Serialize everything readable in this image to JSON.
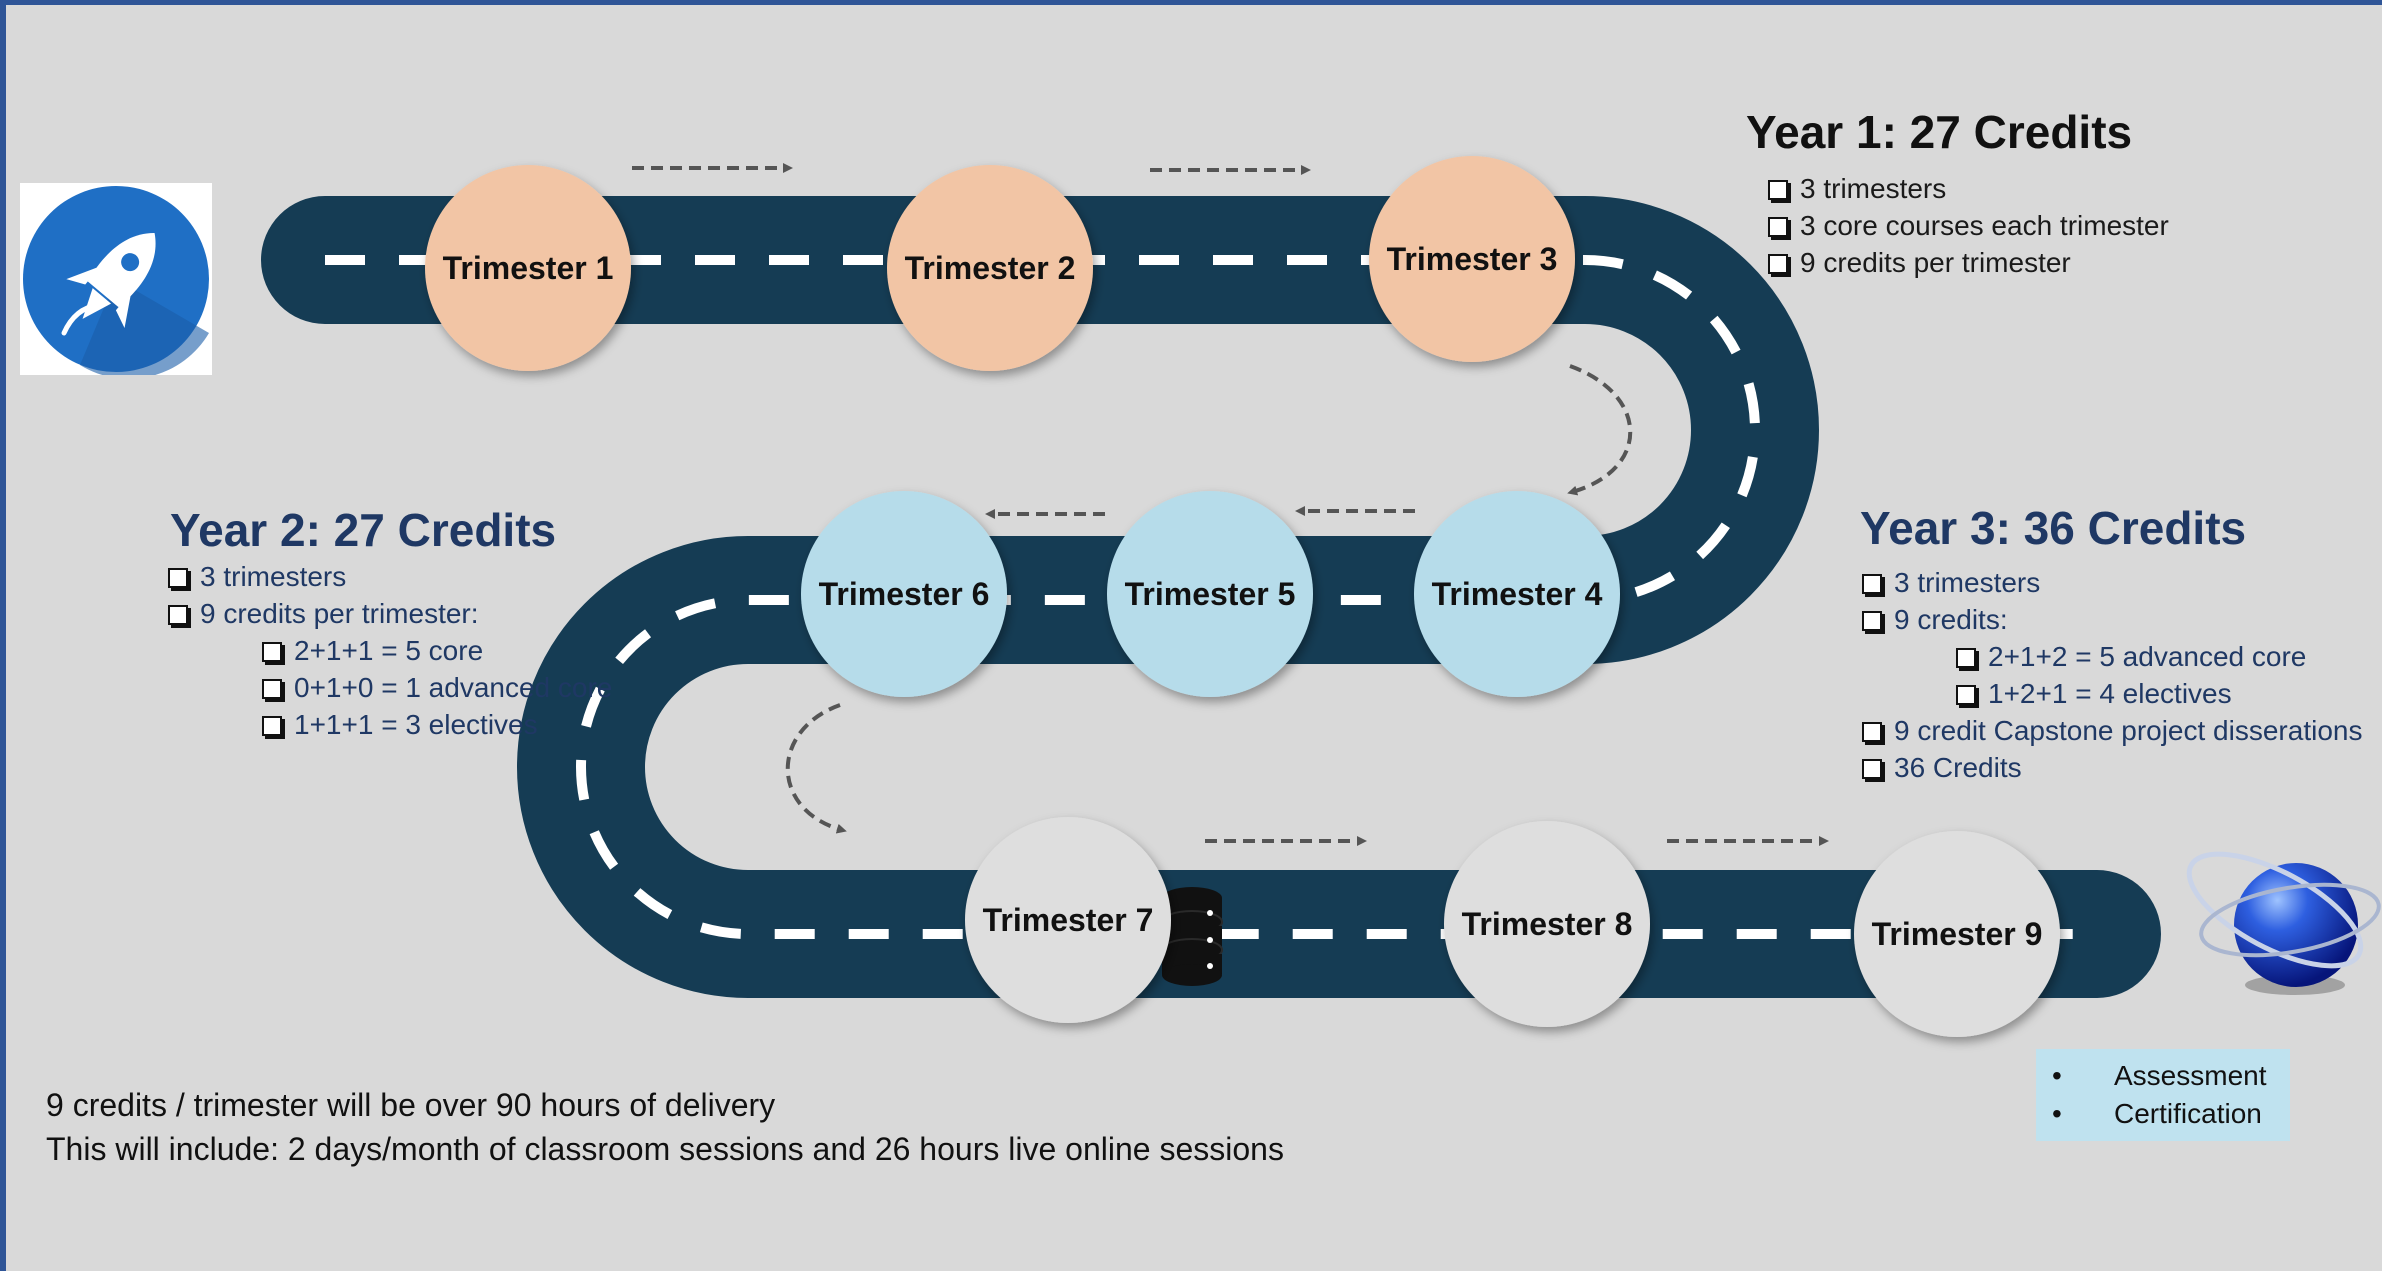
{
  "colors": {
    "road": "#153c54",
    "year1_nodes": "#f2c5a5",
    "year2_nodes": "#b6dcea",
    "year3_nodes": "#dedede",
    "year_heading": "#1f3864",
    "background": "#d9d9d9"
  },
  "trimesters": [
    {
      "label": "Trimester 1"
    },
    {
      "label": "Trimester 2"
    },
    {
      "label": "Trimester 3"
    },
    {
      "label": "Trimester 4"
    },
    {
      "label": "Trimester 5"
    },
    {
      "label": "Trimester 6"
    },
    {
      "label": "Trimester 7"
    },
    {
      "label": "Trimester 8"
    },
    {
      "label": "Trimester 9"
    }
  ],
  "year1": {
    "title": "Year 1: 27 Credits",
    "items": [
      "3 trimesters",
      "3 core courses each trimester",
      "9 credits per trimester"
    ]
  },
  "year2": {
    "title": "Year 2: 27 Credits",
    "items": [
      "3 trimesters",
      "9 credits per trimester:"
    ],
    "subitems": [
      "2+1+1 = 5 core",
      "0+1+0 = 1 advanced core",
      "1+1+1 = 3 electives"
    ]
  },
  "year3": {
    "title": "Year 3: 36 Credits",
    "items": [
      "3 trimesters",
      "9 credits:"
    ],
    "subitems": [
      "2+1+2 = 5 advanced core",
      "1+2+1 = 4 electives"
    ],
    "items_after": [
      "9 credit Capstone project disserations",
      "36 Credits"
    ]
  },
  "footer": {
    "line1": "9 credits / trimester will be over 90 hours of delivery",
    "line2": "This will include: 2 days/month of classroom sessions and 26 hours live online sessions"
  },
  "outcomes": [
    "Assessment",
    "Certification"
  ],
  "icons": {
    "start": "rocket-icon",
    "finish": "globe-orbit-icon",
    "milestone": "database-icon"
  }
}
